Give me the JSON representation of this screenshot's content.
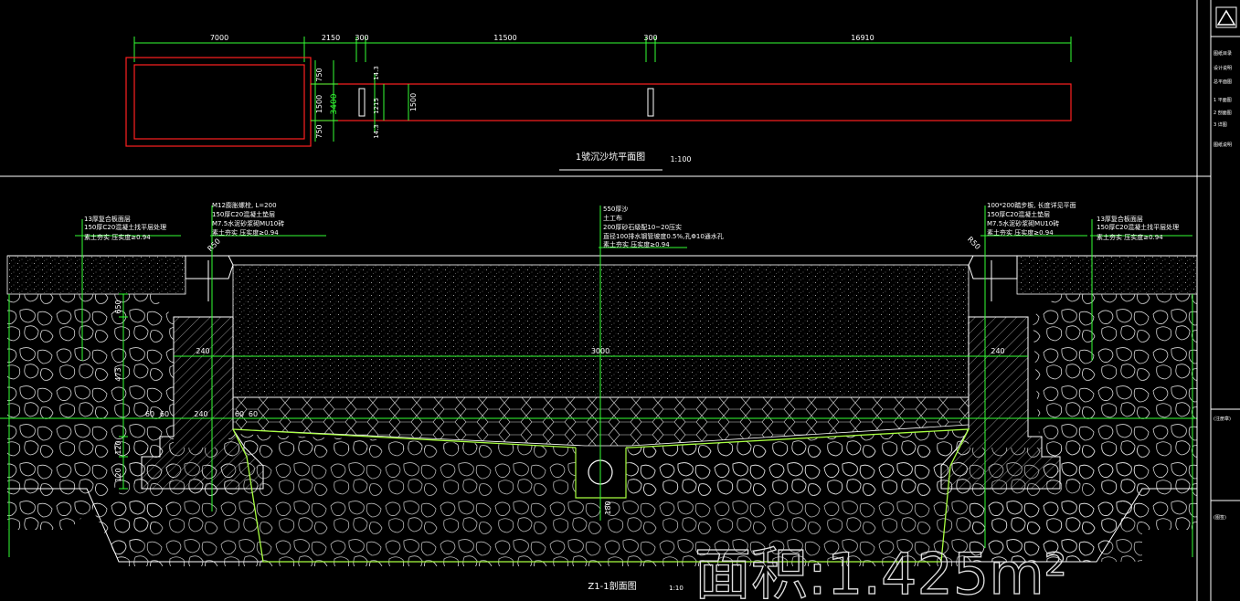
{
  "plan": {
    "title": "1號沉沙坑平面图",
    "scale": "1:100",
    "dims_top": [
      "7000",
      "2150",
      "300",
      "11500",
      "300",
      "16910"
    ],
    "dims_left": [
      "750",
      "1500",
      "750"
    ],
    "dim_total_left": "3400",
    "dims_mid": [
      "14.3",
      "1215",
      "14.3"
    ],
    "dim_mid_right": "1500"
  },
  "section": {
    "title": "Z1-1剖面图",
    "scale": "1:10",
    "notes_left_outer": [
      "13厚复合板面层",
      "150厚C20混凝土找平层处理",
      "素土夯实 压实度≥0.94"
    ],
    "notes_left_inner": [
      "M12膨胀螺栓, L=200",
      "150厚C20混凝土垫层",
      "M7.5水泥砂浆砌MU10砖",
      "素土夯实 压实度≥0.94"
    ],
    "notes_center": [
      "550厚沙",
      "土工布",
      "200厚砂石级配10~20压实",
      "直径100排水钢管坡度0.5%,孔Φ10通水孔",
      "素土夯实 压实度≥0.94"
    ],
    "notes_right_inner": [
      "100*200踏步板, 长度详见平面",
      "150厚C20混凝土垫层",
      "M7.5水泥砂浆砌MU10砖",
      "素土夯实 压实度≥0.94"
    ],
    "notes_right_outer": [
      "13厚复合板面层",
      "150厚C20混凝土找平层处理",
      "素土夯实 压实度≥0.94"
    ],
    "dims_left_vertical": [
      "650",
      "473",
      "120",
      "120"
    ],
    "dim_240_left_top": "240",
    "dim_240_left_bottom": "240",
    "dim_240_right": "240",
    "dim_3000": "3000",
    "dims_60": [
      "60",
      "60",
      "60",
      "60"
    ],
    "radius_left": "R50",
    "radius_right": "R50",
    "dim_pipe": "180"
  },
  "watermark": "面积:1.425m²",
  "side_panel": {
    "items": [
      "图纸目录",
      "设计说明",
      "总平面图",
      "1 平面图",
      "2 剖面图",
      "3 详图",
      "图纸说明",
      "(注册章)",
      "(图签)"
    ]
  },
  "colors": {
    "line": "#ffffff",
    "dim": "#33ff33",
    "red": "#ff2020",
    "green_hi": "#a8ff40"
  }
}
